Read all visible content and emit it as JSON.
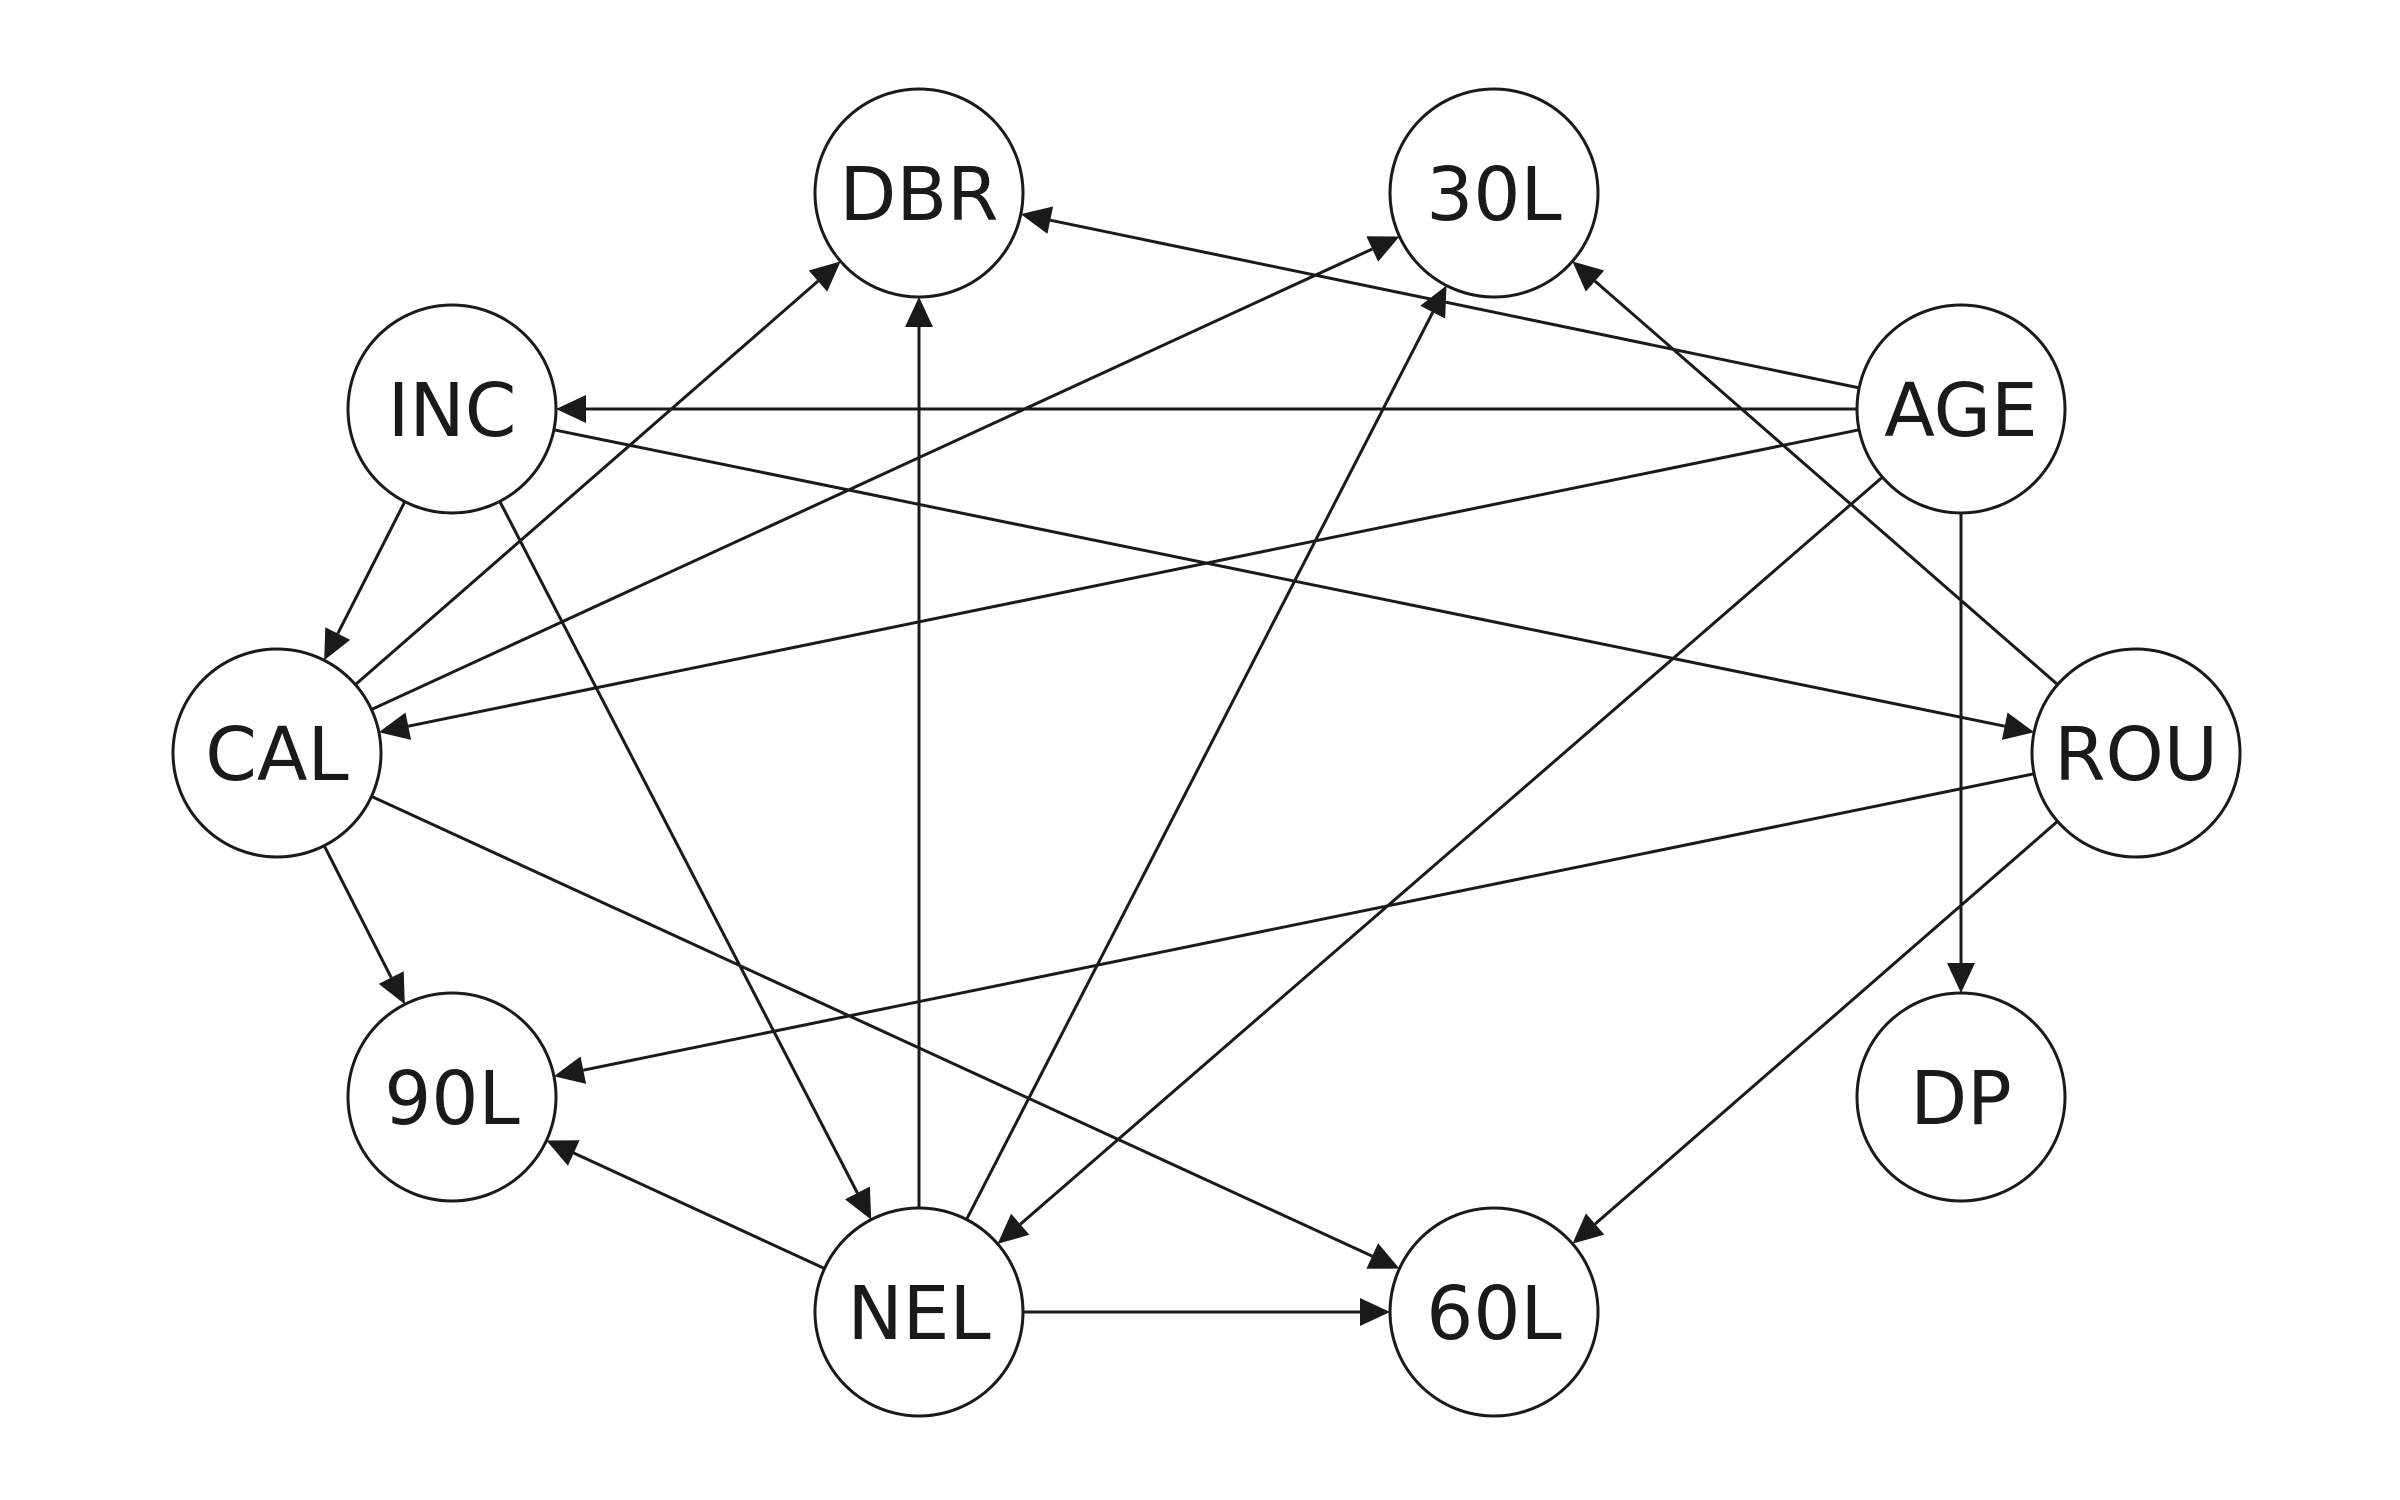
{
  "diagram": {
    "nodes": [
      {
        "id": "DBR",
        "label": "DBR"
      },
      {
        "id": "30L",
        "label": "30L"
      },
      {
        "id": "INC",
        "label": "INC"
      },
      {
        "id": "AGE",
        "label": "AGE"
      },
      {
        "id": "CAL",
        "label": "CAL"
      },
      {
        "id": "ROU",
        "label": "ROU"
      },
      {
        "id": "90L",
        "label": "90L"
      },
      {
        "id": "DP",
        "label": "DP"
      },
      {
        "id": "NEL",
        "label": "NEL"
      },
      {
        "id": "60L",
        "label": "60L"
      }
    ],
    "edges": [
      {
        "from": "AGE",
        "to": "DBR"
      },
      {
        "from": "AGE",
        "to": "INC"
      },
      {
        "from": "AGE",
        "to": "CAL"
      },
      {
        "from": "AGE",
        "to": "NEL"
      },
      {
        "from": "AGE",
        "to": "DP"
      },
      {
        "from": "INC",
        "to": "CAL"
      },
      {
        "from": "INC",
        "to": "NEL"
      },
      {
        "from": "INC",
        "to": "ROU"
      },
      {
        "from": "CAL",
        "to": "DBR"
      },
      {
        "from": "CAL",
        "to": "30L"
      },
      {
        "from": "CAL",
        "to": "90L"
      },
      {
        "from": "CAL",
        "to": "60L"
      },
      {
        "from": "ROU",
        "to": "30L"
      },
      {
        "from": "ROU",
        "to": "90L"
      },
      {
        "from": "ROU",
        "to": "60L"
      },
      {
        "from": "NEL",
        "to": "DBR"
      },
      {
        "from": "NEL",
        "to": "30L"
      },
      {
        "from": "NEL",
        "to": "90L"
      },
      {
        "from": "NEL",
        "to": "60L"
      }
    ]
  }
}
